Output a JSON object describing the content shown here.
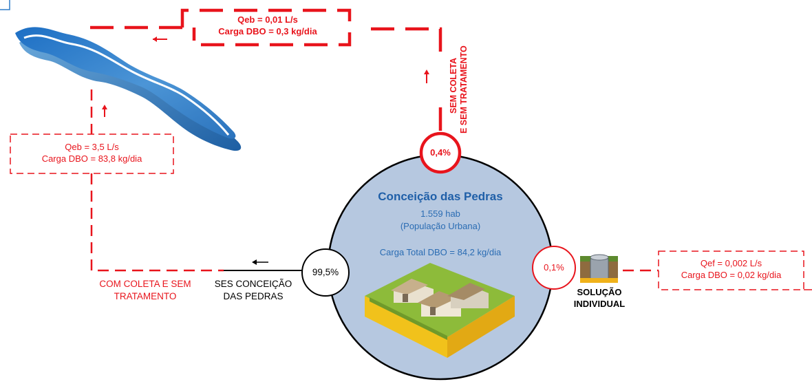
{
  "colors": {
    "red": "#e8141c",
    "circle_fill": "#b6c8e0",
    "blue_text": "#1f5fa8",
    "river": "#2f7dc8"
  },
  "city": {
    "name": "Conceição das Pedras",
    "population": "1.559 hab",
    "population_note": "(População Urbana)",
    "total_load": "Carga Total DBO = 84,2 kg/dia"
  },
  "top_branch": {
    "percent": "0,4%",
    "label_line1": "SEM COLETA",
    "label_line2": "E SEM TRATAMENTO",
    "flow": "Qeb = 0,01 L/s",
    "load": "Carga DBO = 0,3 kg/dia"
  },
  "left_branch": {
    "percent": "99,5%",
    "system_line1": "SES CONCEIÇÃO",
    "system_line2": "DAS PEDRAS",
    "label_line1": "COM COLETA E SEM",
    "label_line2": "TRATAMENTO",
    "flow": "Qeb = 3,5 L/s",
    "load": "Carga DBO = 83,8 kg/dia"
  },
  "right_branch": {
    "percent": "0,1%",
    "label_line1": "SOLUÇÃO",
    "label_line2": "INDIVIDUAL",
    "flow": "Qef = 0,002 L/s",
    "load": "Carga DBO = 0,02 kg/dia"
  },
  "icons": [
    "river-icon",
    "houses-icon",
    "septic-tank-icon",
    "arrow-left-icon",
    "arrow-up-icon"
  ]
}
